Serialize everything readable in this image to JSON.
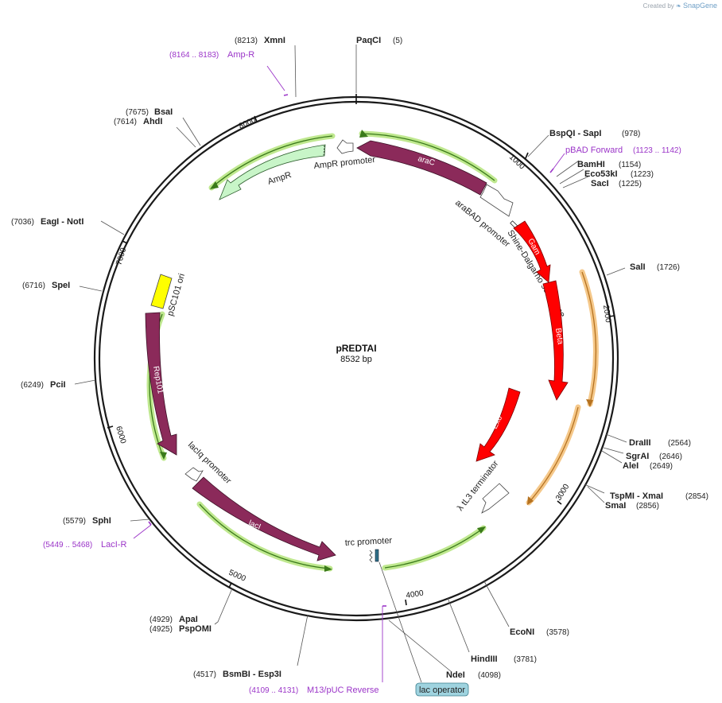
{
  "branding": {
    "prefix": "Created by",
    "name": "SnapGene"
  },
  "plasmid": {
    "name": "pREDTAI",
    "length_label": "8532 bp",
    "length": 8532
  },
  "ticks": [
    "1000",
    "2000",
    "3000",
    "4000",
    "5000",
    "6000",
    "7000",
    "8000"
  ],
  "sites": [
    {
      "id": "paqci",
      "name": "PaqCI",
      "pos": "(5)"
    },
    {
      "id": "xmni",
      "name": "XmnI",
      "pos": "(8213)"
    },
    {
      "id": "bsai",
      "name": "BsaI",
      "pos": "(7675)"
    },
    {
      "id": "ahdi",
      "name": "AhdI",
      "pos": "(7614)"
    },
    {
      "id": "eagi-noti",
      "name": "EagI   - NotI",
      "pos": "(7036)"
    },
    {
      "id": "spei",
      "name": "SpeI",
      "pos": "(6716)"
    },
    {
      "id": "pcii",
      "name": "PciI",
      "pos": "(6249)"
    },
    {
      "id": "sphi",
      "name": "SphI",
      "pos": "(5579)"
    },
    {
      "id": "apai",
      "name": "ApaI",
      "pos": "(4929)"
    },
    {
      "id": "pspomi",
      "name": "PspOMI",
      "pos": "(4925)"
    },
    {
      "id": "bsmbi",
      "name": "BsmBI   - Esp3I",
      "pos": "(4517)"
    },
    {
      "id": "ndei",
      "name": "NdeI",
      "pos": "(4098)"
    },
    {
      "id": "hindiii",
      "name": "HindIII",
      "pos": "(3781)"
    },
    {
      "id": "econi",
      "name": "EcoNI",
      "pos": "(3578)"
    },
    {
      "id": "smai",
      "name": "SmaI",
      "pos": "(2856)"
    },
    {
      "id": "tspmi",
      "name": "TspMI   - XmaI",
      "pos": "(2854)"
    },
    {
      "id": "alei",
      "name": "AleI",
      "pos": "(2649)"
    },
    {
      "id": "sgrai",
      "name": "SgrAI",
      "pos": "(2646)"
    },
    {
      "id": "draiii",
      "name": "DraIII",
      "pos": "(2564)"
    },
    {
      "id": "sali",
      "name": "SalI",
      "pos": "(1726)"
    },
    {
      "id": "saci",
      "name": "SacI",
      "pos": "(1225)"
    },
    {
      "id": "eco53ki",
      "name": "Eco53kI",
      "pos": "(1223)"
    },
    {
      "id": "bamhi",
      "name": "BamHI",
      "pos": "(1154)"
    },
    {
      "id": "bspqi",
      "name": "BspQI   - SapI",
      "pos": "(978)"
    }
  ],
  "primers": [
    {
      "id": "amp-r",
      "name": "Amp-R",
      "range": "(8164 .. 8183)"
    },
    {
      "id": "pbad-forward",
      "name": "pBAD Forward",
      "range": "(1123 .. 1142)"
    },
    {
      "id": "laci-r",
      "name": "LacI-R",
      "range": "(5449 .. 5468)"
    },
    {
      "id": "m13-puc-reverse",
      "name": "M13/pUC Reverse",
      "range": "(4109 .. 4131)"
    }
  ],
  "features": {
    "arac": "araC",
    "gam": "Gam",
    "beta": "Beta",
    "exo": "Exo",
    "laci": "lacI",
    "rep101": "Rep101",
    "ampr": "AmpR",
    "ampr_promoter": "AmpR promoter",
    "arabad_promoter": "araBAD promoter",
    "shine_dalgarno": "Shine-Dalgarno sequence",
    "tl3_terminator": "λ tL3 terminator",
    "trc_promoter": "trc promoter",
    "lacq_promoter": "lacIq promoter",
    "psc101_ori": "pSC101 ori",
    "lac_operator": "lac operator"
  },
  "colors": {
    "backbone": "#1a1a1a",
    "cds_purple": "#8b2a5a",
    "cds_red": "#ff0000",
    "origin": "#ffff00",
    "ampr": "#c8f5c8",
    "green_halo": "#bfe88f",
    "orange_halo": "#f5c88a",
    "primer": "#9b35c8",
    "lac_operator_fill": "#9fd3df"
  }
}
